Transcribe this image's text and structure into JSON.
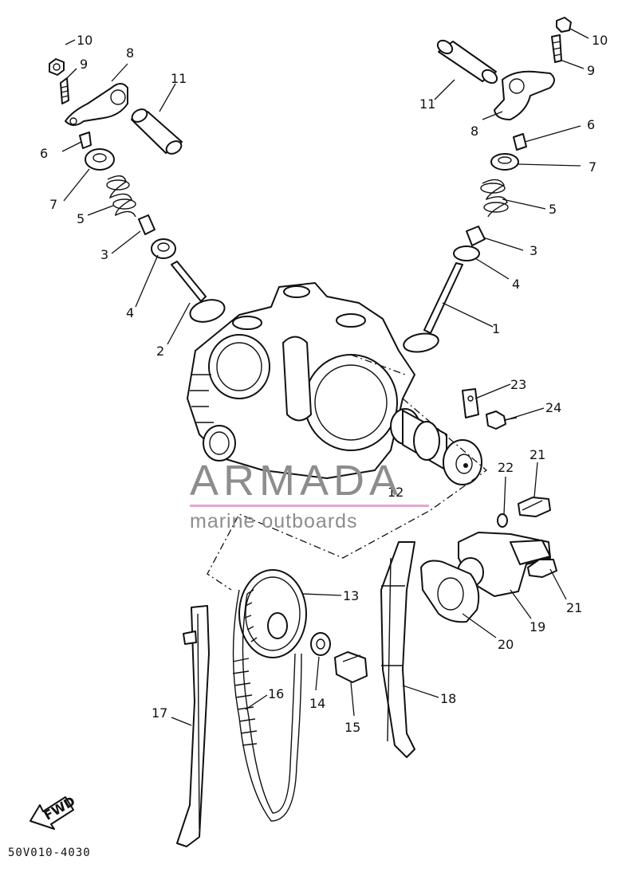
{
  "diagram": {
    "callouts": [
      {
        "id": "c1",
        "text": "1"
      },
      {
        "id": "c2",
        "text": "2"
      },
      {
        "id": "c3l",
        "text": "3"
      },
      {
        "id": "c3r",
        "text": "3"
      },
      {
        "id": "c4l",
        "text": "4"
      },
      {
        "id": "c4r",
        "text": "4"
      },
      {
        "id": "c5l",
        "text": "5"
      },
      {
        "id": "c5r",
        "text": "5"
      },
      {
        "id": "c6l",
        "text": "6"
      },
      {
        "id": "c6r",
        "text": "6"
      },
      {
        "id": "c7l",
        "text": "7"
      },
      {
        "id": "c7r",
        "text": "7"
      },
      {
        "id": "c8l",
        "text": "8"
      },
      {
        "id": "c8r",
        "text": "8"
      },
      {
        "id": "c9l",
        "text": "9"
      },
      {
        "id": "c9r",
        "text": "9"
      },
      {
        "id": "c10l",
        "text": "10"
      },
      {
        "id": "c10r",
        "text": "10"
      },
      {
        "id": "c11l",
        "text": "11"
      },
      {
        "id": "c11r",
        "text": "11"
      },
      {
        "id": "c12",
        "text": "12"
      },
      {
        "id": "c13",
        "text": "13"
      },
      {
        "id": "c14",
        "text": "14"
      },
      {
        "id": "c15",
        "text": "15"
      },
      {
        "id": "c16",
        "text": "16"
      },
      {
        "id": "c17",
        "text": "17"
      },
      {
        "id": "c18",
        "text": "18"
      },
      {
        "id": "c19",
        "text": "19"
      },
      {
        "id": "c20",
        "text": "20"
      },
      {
        "id": "c21a",
        "text": "21"
      },
      {
        "id": "c21b",
        "text": "21"
      },
      {
        "id": "c22",
        "text": "22"
      },
      {
        "id": "c23",
        "text": "23"
      },
      {
        "id": "c24",
        "text": "24"
      }
    ],
    "fwd_label": "FWD",
    "drawing_code": "50V010-4030"
  },
  "watermark": {
    "brand": "ARMADA",
    "tagline": "marine outboards",
    "accent_color": "#e9a6cc",
    "text_color": "#8d8d8d"
  }
}
